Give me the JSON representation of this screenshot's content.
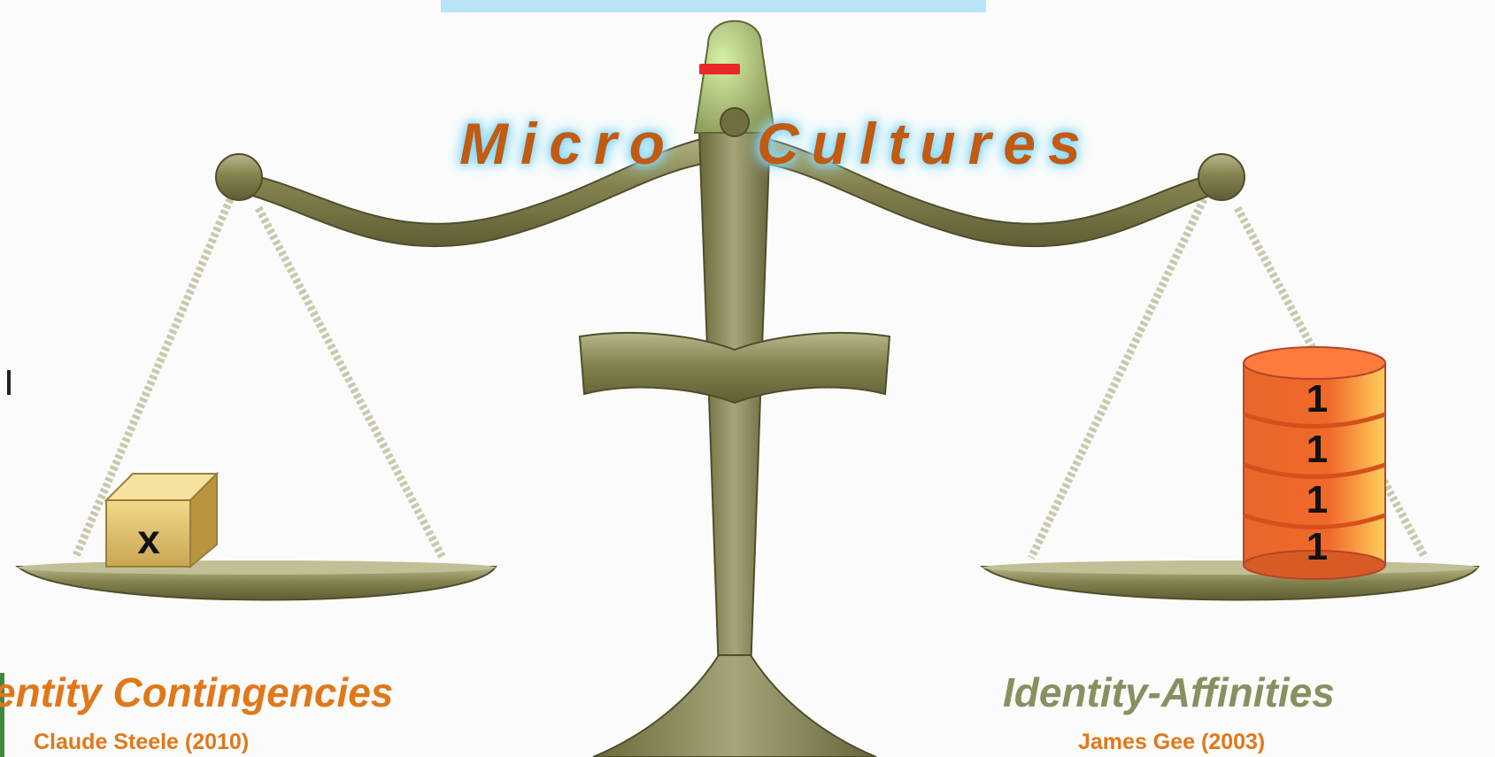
{
  "title": {
    "word1": "Micro",
    "word2": "Cultures"
  },
  "left": {
    "heading": "entity Contingencies",
    "author": "Claude Steele (2010)",
    "block_label": "x"
  },
  "right": {
    "heading": "Identity-Affinities",
    "author": "James Gee (2003)",
    "stack_labels": [
      "1",
      "1",
      "1",
      "1"
    ]
  },
  "colors": {
    "title": "#c25a10",
    "left_heading": "#e0781a",
    "right_heading": "#8a8f60",
    "author": "#e0781a",
    "scale": "#7d7c4c",
    "accent_hyphen": "#e8262b"
  }
}
